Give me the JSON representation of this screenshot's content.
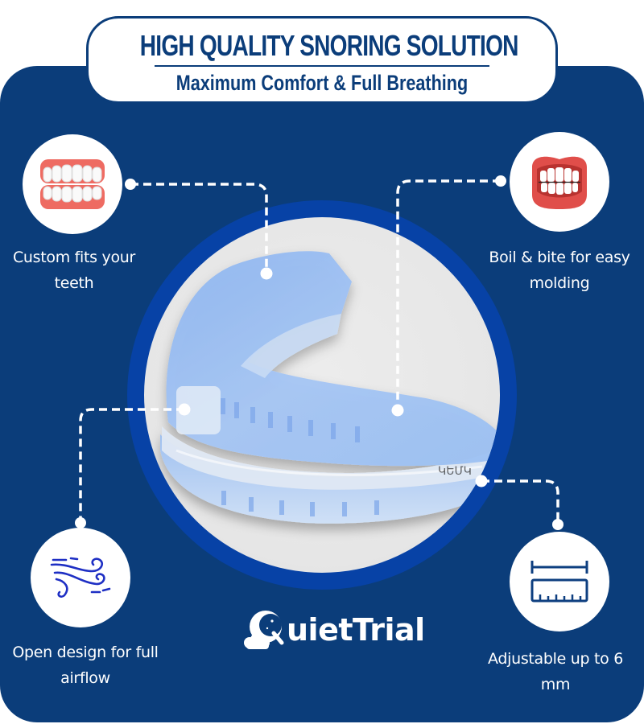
{
  "header": {
    "title": "HIGH QUALITY SNORING SOLUTION",
    "subtitle": "Maximum Comfort & Full Breathing"
  },
  "colors": {
    "panel": "#0b3d7a",
    "ring": "#0742a6",
    "accent_red": "#ee6b62",
    "icon_blue": "#1e2fc4",
    "white": "#ffffff"
  },
  "features": [
    {
      "icon": "teeth-icon",
      "label_line1": "Custom fits your",
      "label_line2": "teeth"
    },
    {
      "icon": "mouth-bite-icon",
      "label_line1": "Boil & bite for easy",
      "label_line2": "molding"
    },
    {
      "icon": "wind-airflow-icon",
      "label_line1": "Open design for full",
      "label_line2": "airflow"
    },
    {
      "icon": "ruler-measure-icon",
      "label_line1": "Adjustable up to 6",
      "label_line2": "mm"
    }
  ],
  "product": {
    "name": "mouthguard-image",
    "engraving": "ԿԵՄԿ"
  },
  "brand": {
    "logo_text": "uietTrial",
    "logo_icon": "moon-cloud-q-icon"
  }
}
